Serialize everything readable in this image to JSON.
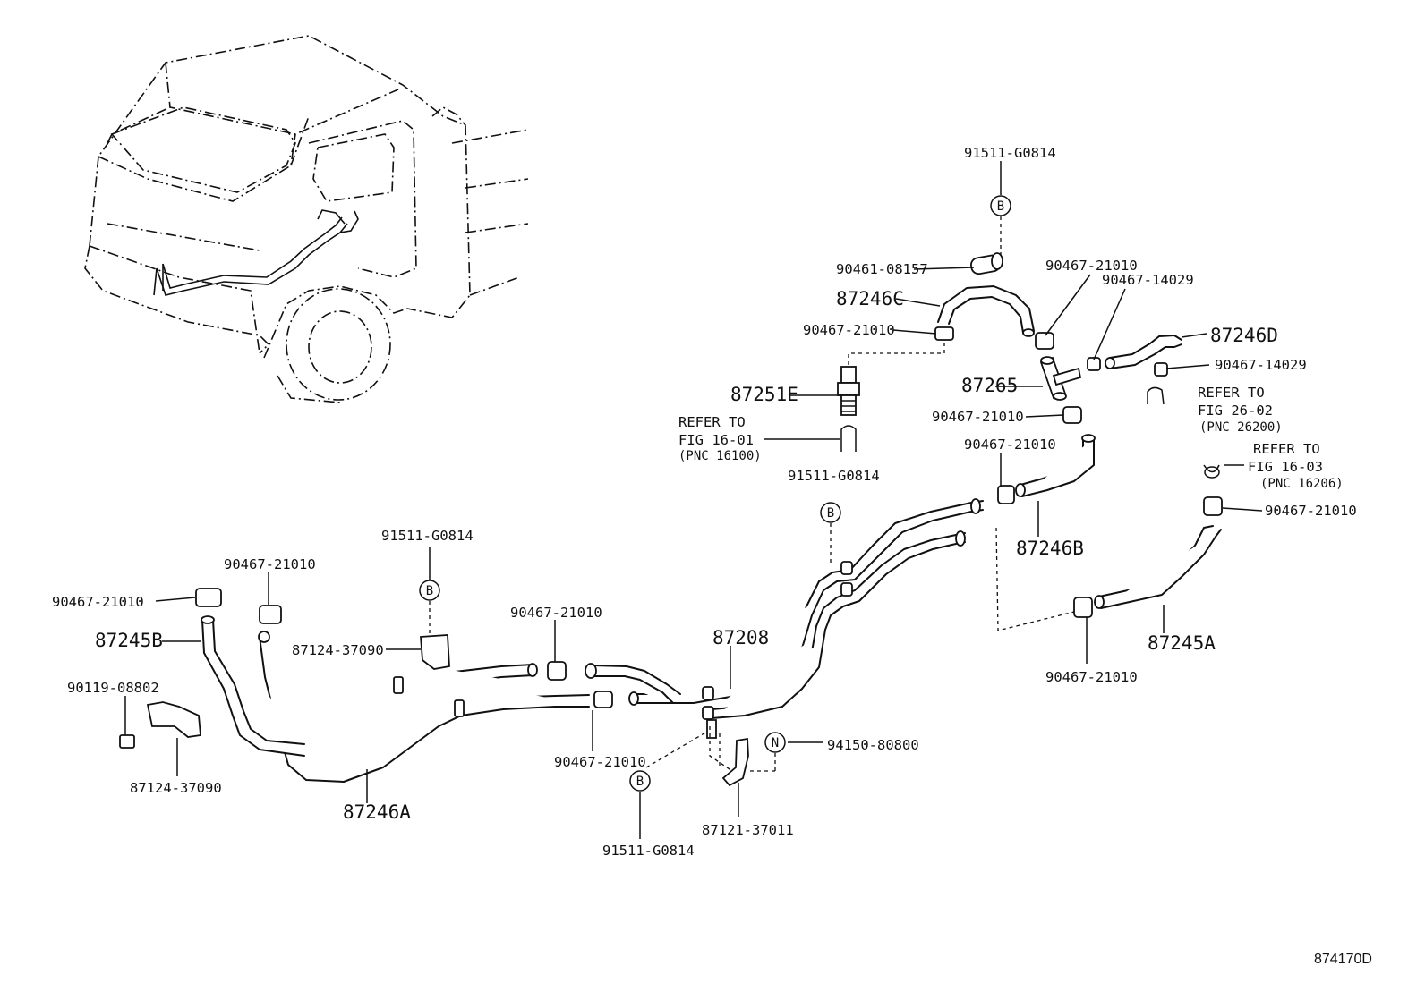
{
  "diagram": {
    "figure_code": "874170D",
    "labels": {
      "p91511_top": "91511-G0814",
      "p90461": "90461-08157",
      "p87246C": "87246C",
      "p90467_c_left": "90467-21010",
      "p90467_c_right": "90467-21010",
      "p90467_14029_a": "90467-14029",
      "p87246D": "87246D",
      "p90467_14029_b": "90467-14029",
      "p87251E": "87251E",
      "p87265": "87265",
      "p90467_mid1": "90467-21010",
      "p90467_mid2": "90467-21010",
      "refer1_a": "REFER TO",
      "refer1_b": "FIG 16-01",
      "refer1_c": "(PNC 16100)",
      "refer2_a": "REFER TO",
      "refer2_b": "FIG 26-02",
      "refer2_c": "(PNC 26200)",
      "refer3_a": "REFER TO",
      "refer3_b": "FIG 16-03",
      "refer3_c": "(PNC 16206)",
      "p91511_mid": "91511-G0814",
      "p87246B": "87246B",
      "p90467_right": "90467-21010",
      "p87245A": "87245A",
      "p90467_lowright": "90467-21010",
      "p91511_left": "91511-G0814",
      "p90467_left_top": "90467-21010",
      "p90467_left_far": "90467-21010",
      "p87245B": "87245B",
      "p87124_a": "87124-37090",
      "p90467_center_top": "90467-21010",
      "p87208": "87208",
      "p90119": "90119-08802",
      "p87124_b": "87124-37090",
      "p90467_center_bot": "90467-21010",
      "p94150": "94150-80800",
      "p87246A": "87246A",
      "p87121": "87121-37011",
      "p91511_bottom": "91511-G0814"
    },
    "callouts": {
      "b": "B",
      "n": "N"
    }
  }
}
